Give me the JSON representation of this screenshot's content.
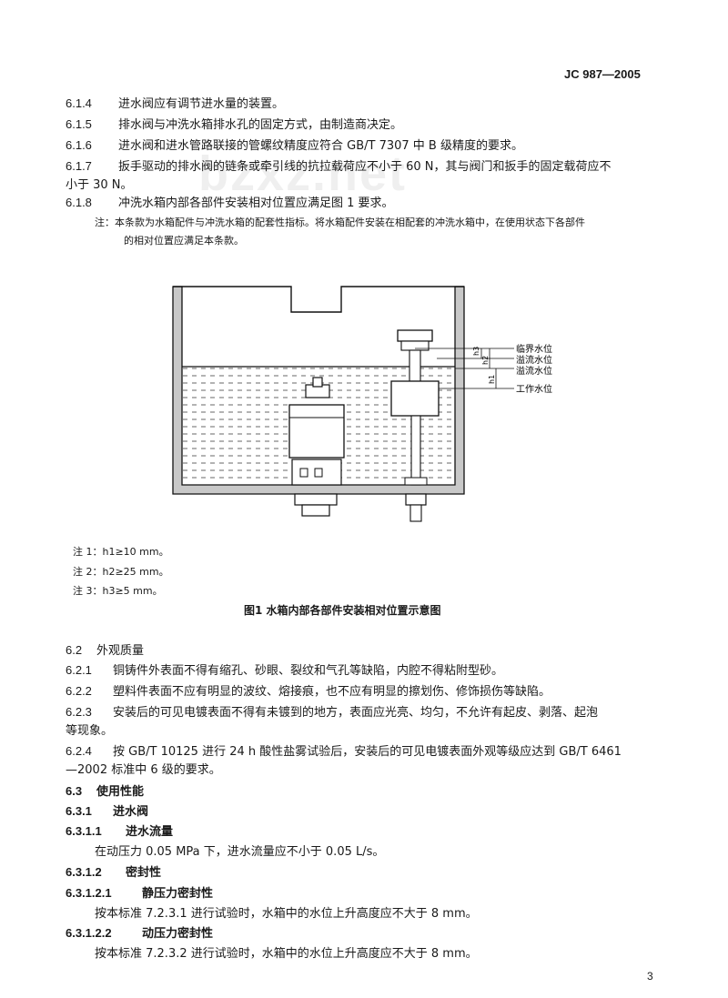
{
  "header": {
    "std_no": "JC 987—2005"
  },
  "watermark": "bzxz.net",
  "sec_6_1": [
    {
      "num": "6.1.4",
      "text": "进水阀应有调节进水量的装置。"
    },
    {
      "num": "6.1.5",
      "text": "排水阀与冲洗水箱排水孔的固定方式，由制造商决定。"
    },
    {
      "num": "6.1.6",
      "text": "进水阀和进水管路联接的管螺纹精度应符合 GB/T 7307 中 B 级精度的要求。"
    },
    {
      "num": "6.1.7",
      "text": "扳手驱动的排水阀的链条或牵引线的抗拉载荷应不小于 60 N，其与阀门和扳手的固定载荷应不"
    },
    {
      "num": "",
      "text": "小于 30 N。"
    },
    {
      "num": "6.1.8",
      "text": "冲洗水箱内部各部件安装相对位置应满足图 1 要求。"
    }
  ],
  "note_main": {
    "line1": "注：本条款为水箱配件与冲洗水箱的配套性指标。将水箱配件安装在相配套的冲洗水箱中，在使用状态下各部件",
    "line2": "的相对位置应满足本条款。"
  },
  "figure": {
    "labels": {
      "critical": "临界水位",
      "overflow": "溢流水位",
      "spill": "溢流水位",
      "working": "工作水位",
      "h1": "h1",
      "h2": "h2",
      "h3": "h3"
    },
    "notes": [
      "注 1：h1≥10 mm。",
      "注 2：h2≥25 mm。",
      "注 3：h3≥5 mm。"
    ],
    "caption": "图1   水箱内部各部件安装相对位置示意图"
  },
  "sec_6_2": [
    {
      "num": "6.2",
      "text": "外观质量"
    },
    {
      "num": "6.2.1",
      "text": "铜铸件外表面不得有缩孔、砂眼、裂纹和气孔等缺陷，内腔不得粘附型砂。"
    },
    {
      "num": "6.2.2",
      "text": "塑料件表面不应有明显的波纹、熔接痕，也不应有明显的擦划伤、修饰损伤等缺陷。"
    },
    {
      "num": "6.2.3",
      "text": "安装后的可见电镀表面不得有未镀到的地方，表面应光亮、均匀，不允许有起皮、剥落、起泡"
    },
    {
      "num": "",
      "text": "等现象。"
    },
    {
      "num": "6.2.4",
      "text": "按 GB/T 10125 进行 24 h 酸性盐雾试验后，安装后的可见电镀表面外观等级应达到 GB/T 6461"
    },
    {
      "num": "",
      "text": "—2002 标准中 6 级的要求。"
    }
  ],
  "sec_6_3": [
    {
      "num": "6.3",
      "text": "使用性能"
    },
    {
      "num": "6.3.1",
      "text": "进水阀"
    },
    {
      "num": "6.3.1.1",
      "text": "进水流量"
    },
    {
      "num": "",
      "text": "在动压力 0.05 MPa 下，进水流量应不小于 0.05 L/s。"
    },
    {
      "num": "6.3.1.2",
      "text": "密封性"
    },
    {
      "num": "6.3.1.2.1",
      "text": "静压力密封性"
    },
    {
      "num": "",
      "text": "按本标准 7.2.3.1 进行试验时，水箱中的水位上升高度应不大于 8 mm。"
    },
    {
      "num": "6.3.1.2.2",
      "text": "动压力密封性"
    },
    {
      "num": "",
      "text": "按本标准 7.2.3.2 进行试验时，水箱中的水位上升高度应不大于 8 mm。"
    }
  ],
  "page_number": "3"
}
